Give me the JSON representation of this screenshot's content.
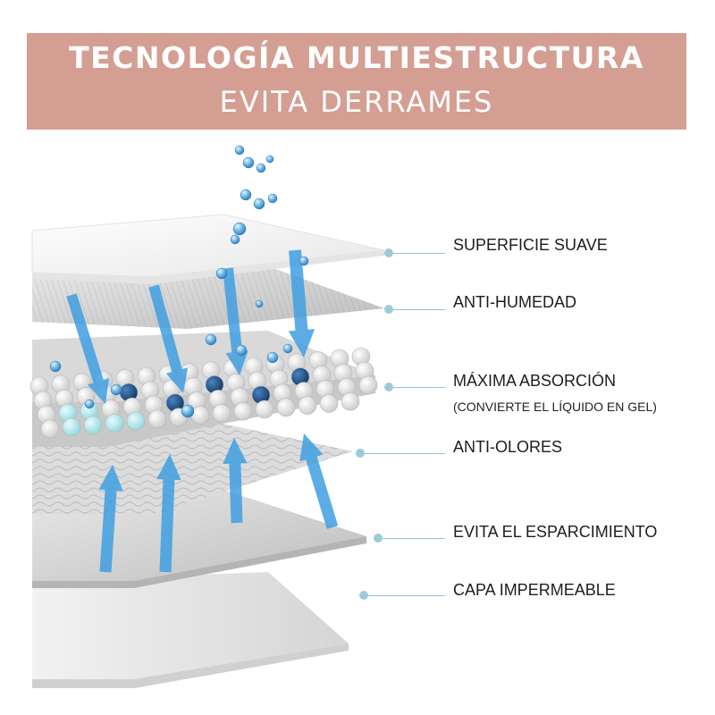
{
  "header": {
    "title": "TECNOLOGÍA MULTIESTRUCTURA",
    "subtitle": "EVITA DERRAMES",
    "background_color": "#d49e93",
    "text_color": "#ffffff"
  },
  "colors": {
    "arrow": "#5aaee0",
    "droplet": "#4f9fd6",
    "bead_dark": "#1e4f86",
    "bead_light": "#9ee0e6",
    "leader": "#8fc3d6"
  },
  "layers": [
    {
      "label": "SUPERFICIE SUAVE"
    },
    {
      "label": "ANTI-HUMEDAD"
    },
    {
      "label": "MÁXIMA ABSORCIÓN",
      "note": "(CONVIERTE EL LÍQUIDO EN GEL)"
    },
    {
      "label": "ANTI-OLORES"
    },
    {
      "label": "EVITA EL ESPARCIMIENTO"
    },
    {
      "label": "CAPA IMPERMEABLE"
    }
  ]
}
